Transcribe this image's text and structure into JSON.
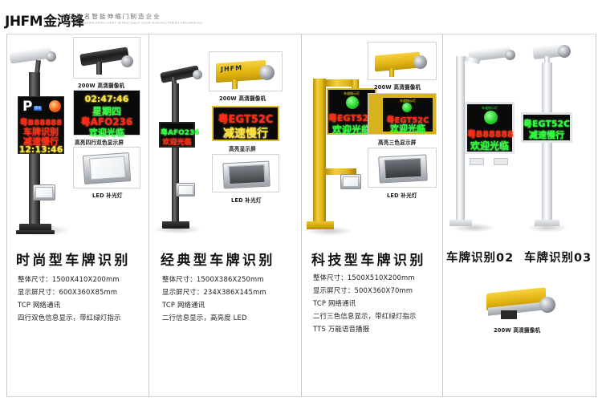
{
  "header": {
    "brand_en": "JHFM",
    "brand_cn": "金鸿锋",
    "slogan_cn": "中国知名智能伸缩门制造企业",
    "slogan_en": "CHINA WELL-KNOWN INTELLIGENT RETRACTABLE DOOR MANUFACTURING ENTERPRISES"
  },
  "panels": [
    {
      "title": "时尚型车牌识别",
      "specs": [
        "整体尺寸：1500X410X200mm",
        "显示屏尺寸：600X360X85mm",
        "TCP 网络通讯",
        "四行双色信息显示，带红绿灯指示"
      ],
      "kiosk_screen": {
        "p_logo": "P",
        "p_sub": "停车",
        "line1": "粤B88888",
        "line2": "车牌识别",
        "line3": "减速慢行",
        "line4": "12:13:46"
      },
      "insets": [
        {
          "caption": "200W 高清摄像机"
        },
        {
          "caption": "高亮四行双色显示屏",
          "line1": "02:47:46",
          "line2": "星期四",
          "line3": "粤AFO236",
          "line4": "欢迎光临"
        },
        {
          "caption": "LED 补光灯"
        }
      ]
    },
    {
      "title": "经典型车牌识别",
      "specs": [
        "整体尺寸：1500X386X250mm",
        "显示屏尺寸：234X386X145mm",
        "TCP 网络通讯",
        "二行信息显示，高亮度 LED"
      ],
      "pole_screen": {
        "line1": "粤AFO236",
        "line2": "欢迎光临"
      },
      "insets": [
        {
          "caption": "200W 高清摄像机",
          "brand": "JHFM"
        },
        {
          "caption": "高亮显示屏",
          "line1": "粤EGT52C",
          "line2": "减速慢行"
        },
        {
          "caption": "LED 补光灯"
        }
      ]
    },
    {
      "title": "科技型车牌识别",
      "specs": [
        "整体尺寸：1500X510X200mm",
        "显示屏尺寸：500X360X70mm",
        "TCP 网络通讯",
        "二行三色信息显示，带红绿灯指示",
        "TTS 万能语音播报"
      ],
      "gantry_screen": {
        "header": "车道指示灯",
        "line1": "粤EGT52C",
        "line2": "欢迎光临"
      },
      "insets": [
        {
          "caption": "200W 高清摄像机"
        },
        {
          "caption": "高亮三色显示屏",
          "header": "车道指示灯",
          "line1": "粤EGT52C",
          "line2": "欢迎光临"
        },
        {
          "caption": "LED 补光灯"
        }
      ]
    },
    {
      "title": "车牌识别02",
      "title2": "车牌识别03",
      "unit02_screen": {
        "header": "车道指示灯",
        "line1": "粤B88888",
        "line2": "欢迎光临"
      },
      "unit03_screen": {
        "line1": "粤EGT52C",
        "line2": "减速慢行"
      },
      "insets": [
        {
          "caption": "200W 高清摄像机"
        }
      ]
    }
  ],
  "colors": {
    "led_red": "#ff2a16",
    "led_green": "#2dff3a",
    "led_yellow": "#ffe23a",
    "frame_yellow": "#e8c021",
    "divider": "#c9c9c9"
  }
}
